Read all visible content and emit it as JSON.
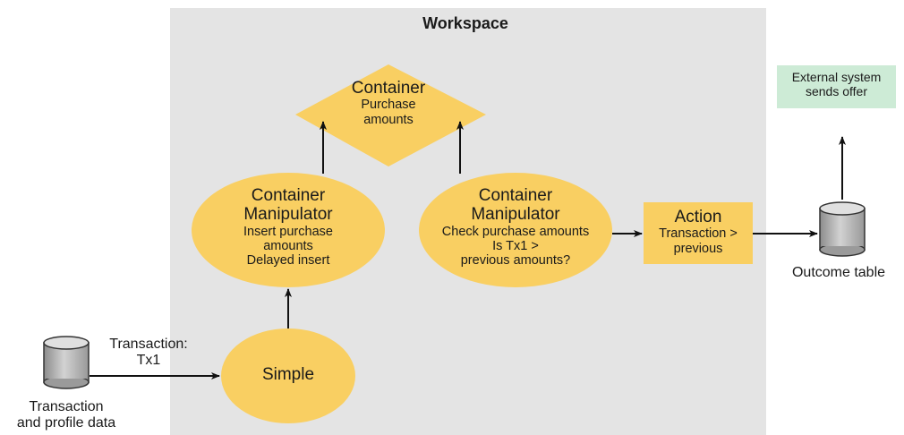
{
  "workspace": {
    "title": "Workspace"
  },
  "nodes": {
    "container": {
      "title": "Container",
      "lines": [
        "Purchase",
        "amounts"
      ]
    },
    "manipulator_left": {
      "title_lines": [
        "Container",
        "Manipulator"
      ],
      "lines": [
        "Insert purchase",
        "amounts",
        "Delayed insert"
      ]
    },
    "manipulator_right": {
      "title_lines": [
        "Container",
        "Manipulator"
      ],
      "lines": [
        "Check purchase amounts",
        "Is Tx1 >",
        "previous amounts?"
      ]
    },
    "simple": {
      "title": "Simple"
    },
    "action": {
      "title": "Action",
      "lines": [
        "Transaction >",
        "previous"
      ]
    },
    "external": {
      "lines": [
        "External system",
        "sends offer"
      ]
    },
    "source_db": {
      "caption_lines": [
        "Transaction",
        "and profile data"
      ]
    },
    "outcome_db": {
      "caption": "Outcome table"
    }
  },
  "edges": {
    "source_to_simple": {
      "label_lines": [
        "Transaction:",
        "Tx1"
      ]
    }
  },
  "colors": {
    "workspace_bg": "#e4e4e4",
    "node_fill": "#f9cf62",
    "external_fill": "#cdebd6",
    "db_fill": "#b9b9b9",
    "arrow": "#111111"
  }
}
